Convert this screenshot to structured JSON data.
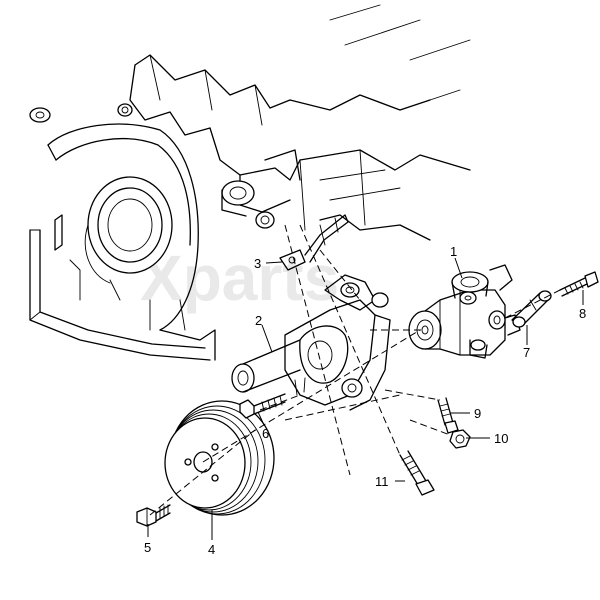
{
  "watermark": "Xparts",
  "callouts": [
    {
      "id": "1",
      "label": "1"
    },
    {
      "id": "2",
      "label": "2"
    },
    {
      "id": "3",
      "label": "3"
    },
    {
      "id": "4",
      "label": "4"
    },
    {
      "id": "5",
      "label": "5"
    },
    {
      "id": "6",
      "label": "6"
    },
    {
      "id": "7",
      "label": "7"
    },
    {
      "id": "8",
      "label": "8"
    },
    {
      "id": "9",
      "label": "9"
    },
    {
      "id": "10",
      "label": "10"
    },
    {
      "id": "11",
      "label": "11"
    }
  ]
}
